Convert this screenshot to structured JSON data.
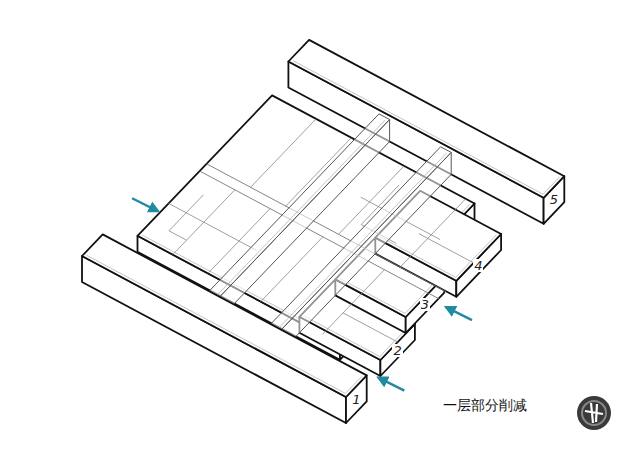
{
  "diagram": {
    "caption": "一层部分削减",
    "labels": [
      "1",
      "2",
      "3",
      "4",
      "5"
    ]
  }
}
